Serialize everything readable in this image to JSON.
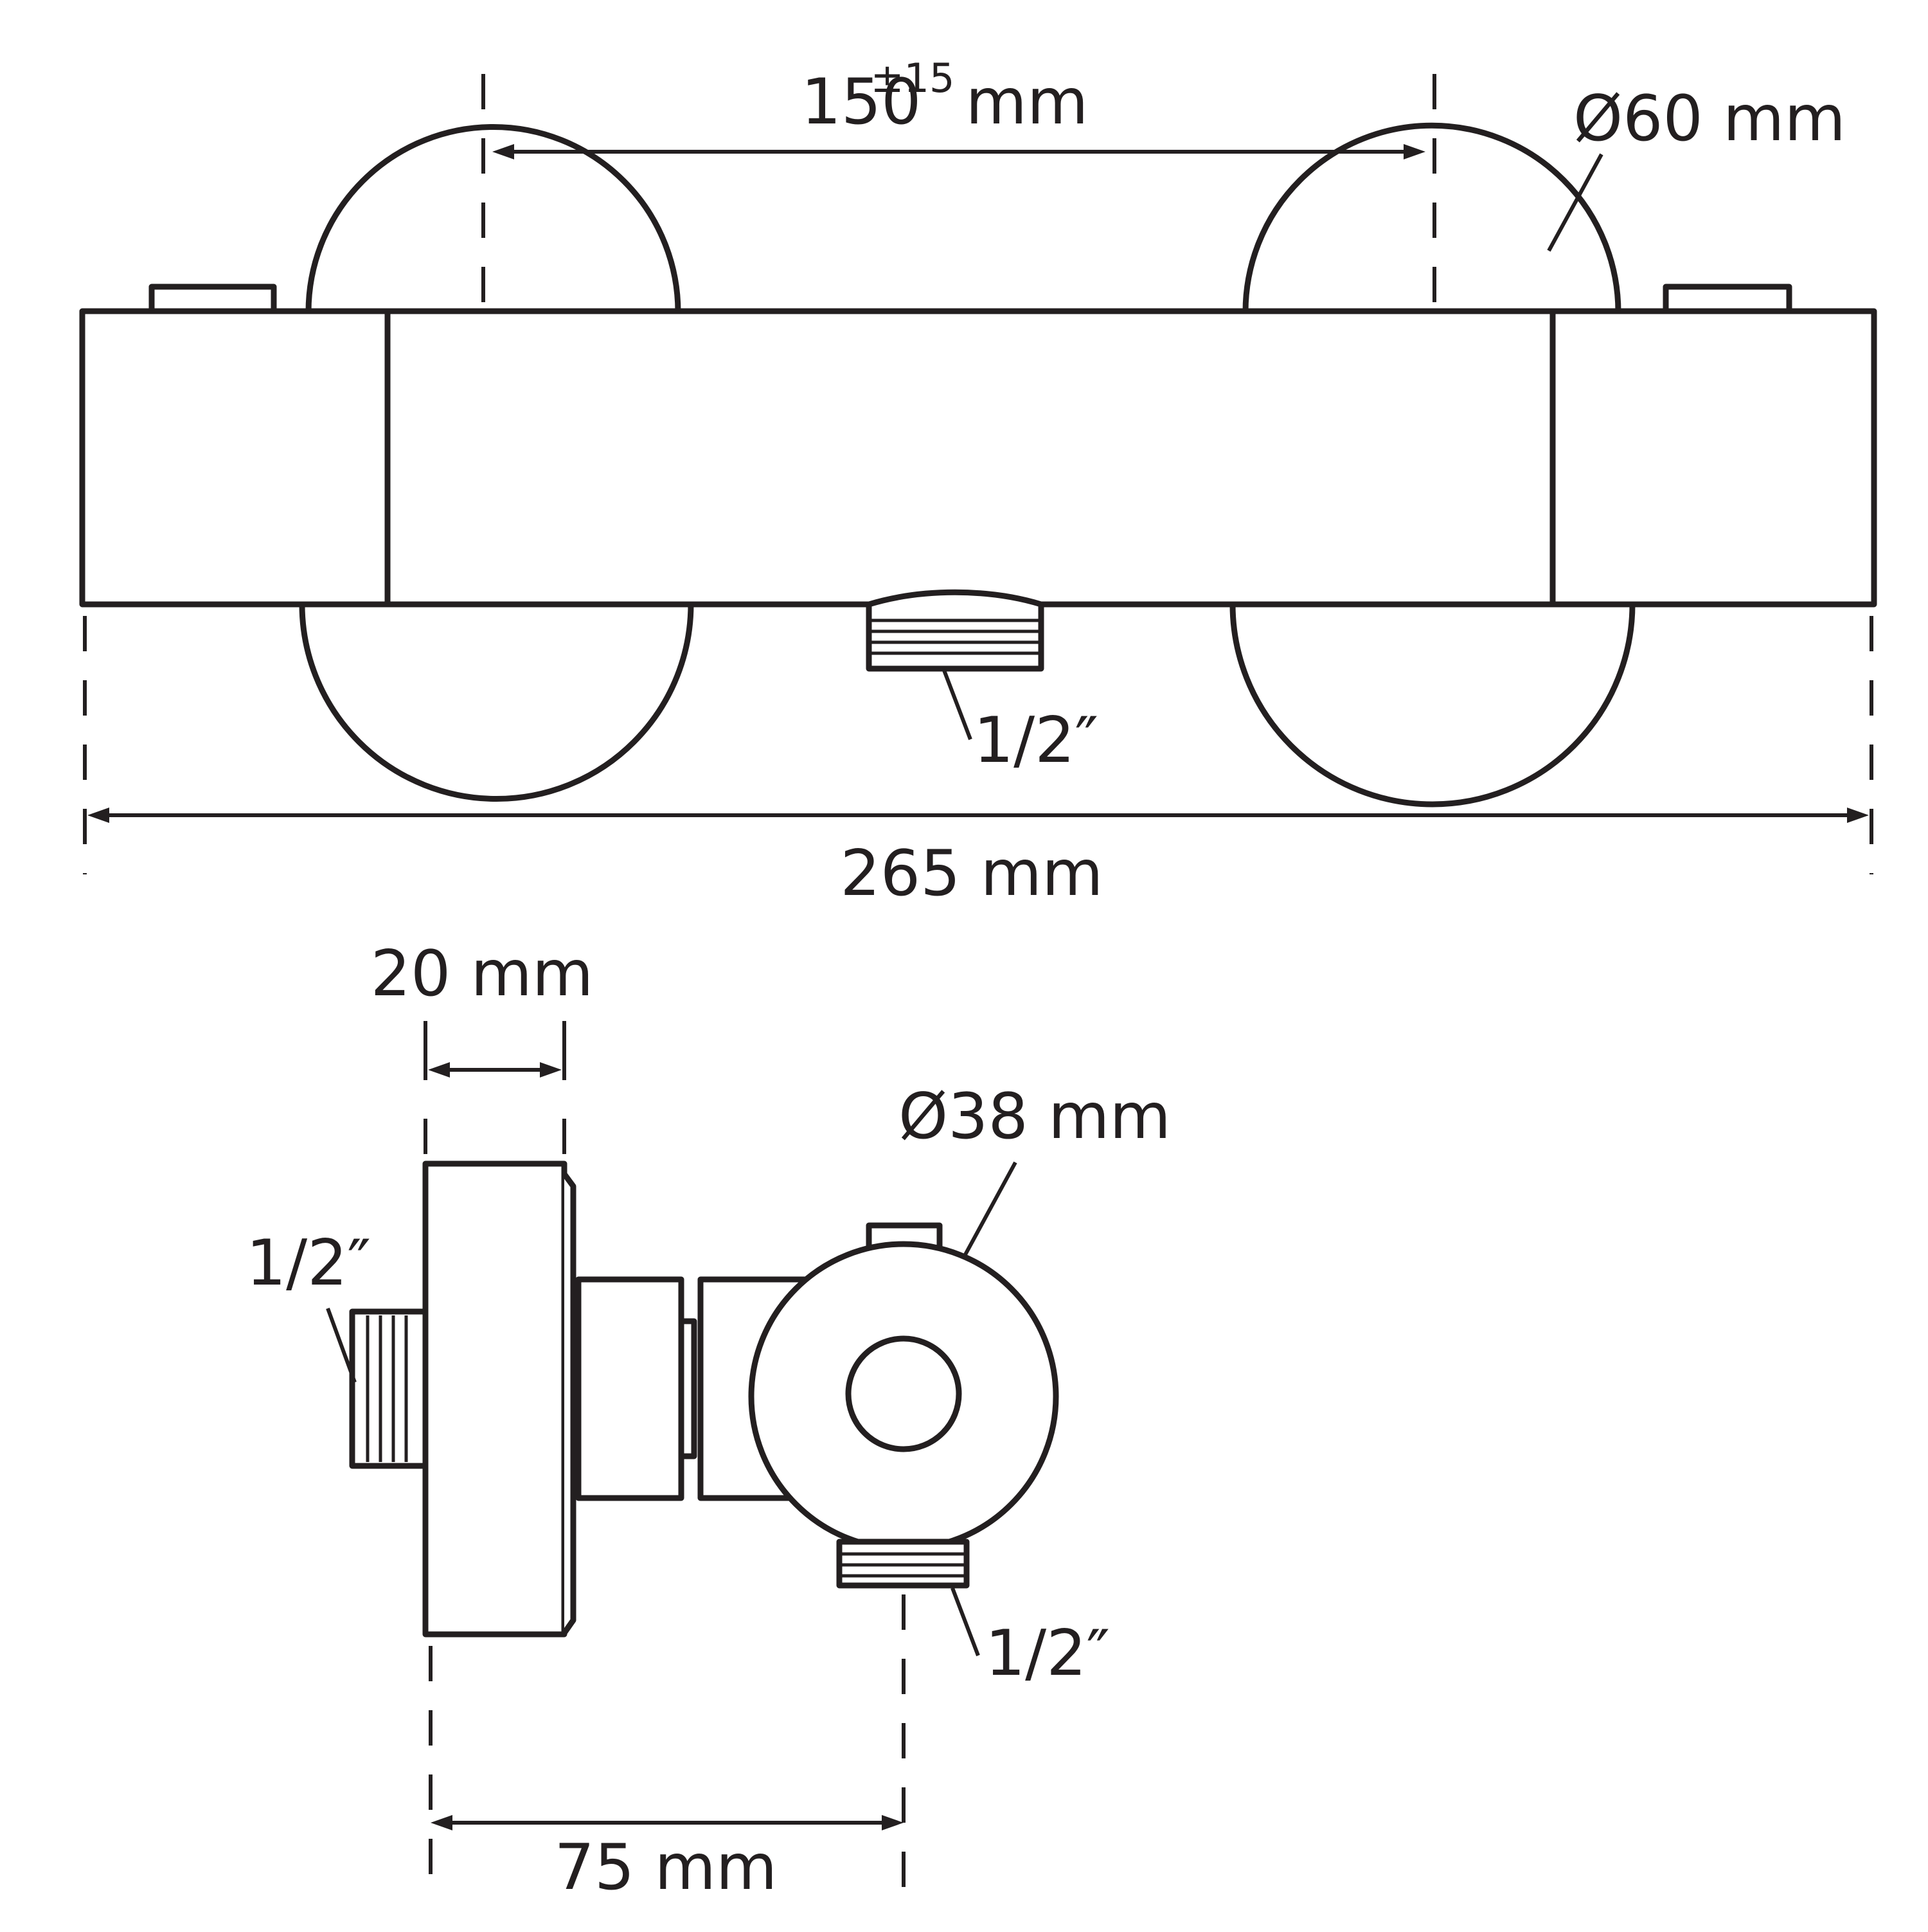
{
  "colors": {
    "ink": "#231f20",
    "paper": "#ffffff"
  },
  "front_view": {
    "handle_spacing": {
      "base": "150",
      "tolerance": "±15",
      "unit": "mm"
    },
    "handle_diameter": "Ø60 mm",
    "outlet_thread": "1/2″",
    "total_length": "265 mm"
  },
  "side_view": {
    "wall_plate_depth": "20 mm",
    "inlet_thread": "1/2″",
    "knob_diameter": "Ø38 mm",
    "outlet_thread": "1/2″",
    "projection": "75 mm"
  }
}
